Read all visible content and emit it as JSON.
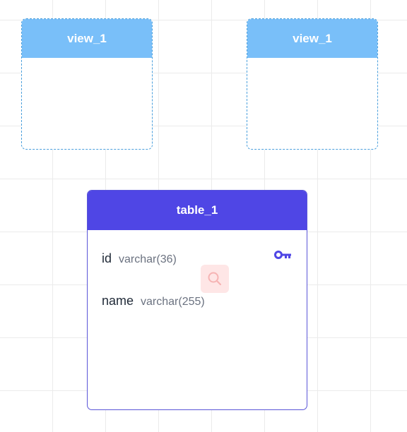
{
  "views": [
    {
      "title": "view_1"
    },
    {
      "title": "view_1"
    }
  ],
  "table": {
    "title": "table_1",
    "fields": [
      {
        "name": "id",
        "type": "varchar(36)",
        "primary_key": true
      },
      {
        "name": "name",
        "type": "varchar(255)",
        "primary_key": false
      }
    ]
  },
  "icons": {
    "primary_key": "key-icon",
    "overlay": "search-icon"
  },
  "colors": {
    "table_header": "#4f46e5",
    "view_header": "#79bff9",
    "view_border": "#4a9fdc",
    "grid": "#ebebeb",
    "key_icon": "#4f46e5",
    "overlay_bg": "#fee2e2"
  }
}
